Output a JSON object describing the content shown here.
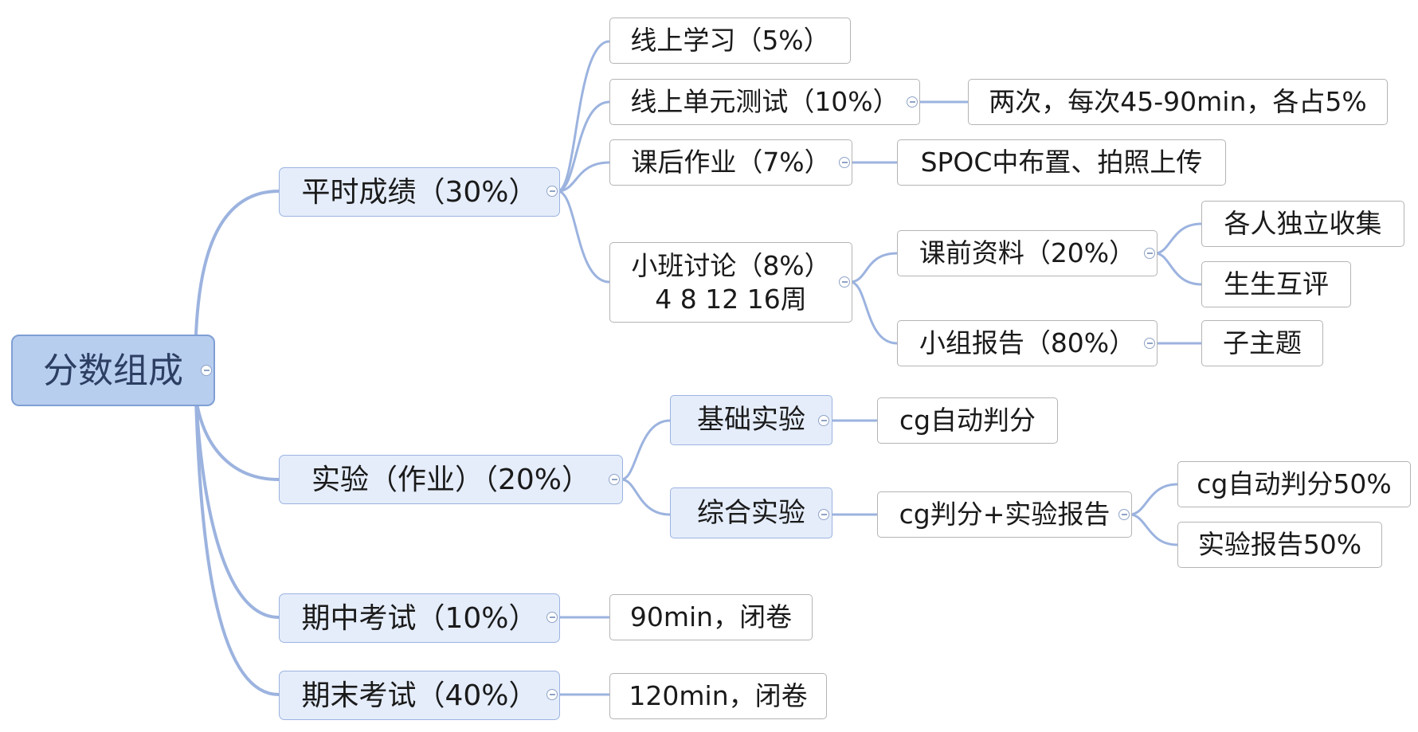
{
  "map": {
    "root": "分数组成",
    "b1": {
      "label": "平时成绩（30%）",
      "c1": "线上学习（5%）",
      "c2": "线上单元测试（10%）",
      "c2_note": "两次，每次45-90min，各占5%",
      "c3": "课后作业（7%）",
      "c3_note": "SPOC中布置、拍照上传",
      "c4": "小班讨论（8%）\n4 8 12 16周",
      "c4_a": "课前资料（20%）",
      "c4_a1": "各人独立收集",
      "c4_a2": "生生互评",
      "c4_b": "小组报告（80%）",
      "c4_b1": "子主题"
    },
    "b2": {
      "label": "实验（作业）（20%）",
      "c1": "基础实验",
      "c1_note": "cg自动判分",
      "c2": "综合实验",
      "c2_note": "cg判分+实验报告",
      "c2_n1": "cg自动判分50%",
      "c2_n2": "实验报告50%"
    },
    "b3": {
      "label": "期中考试（10%）",
      "note": "90min，闭卷"
    },
    "b4": {
      "label": "期末考试（40%）",
      "note": "120min，闭卷"
    }
  }
}
